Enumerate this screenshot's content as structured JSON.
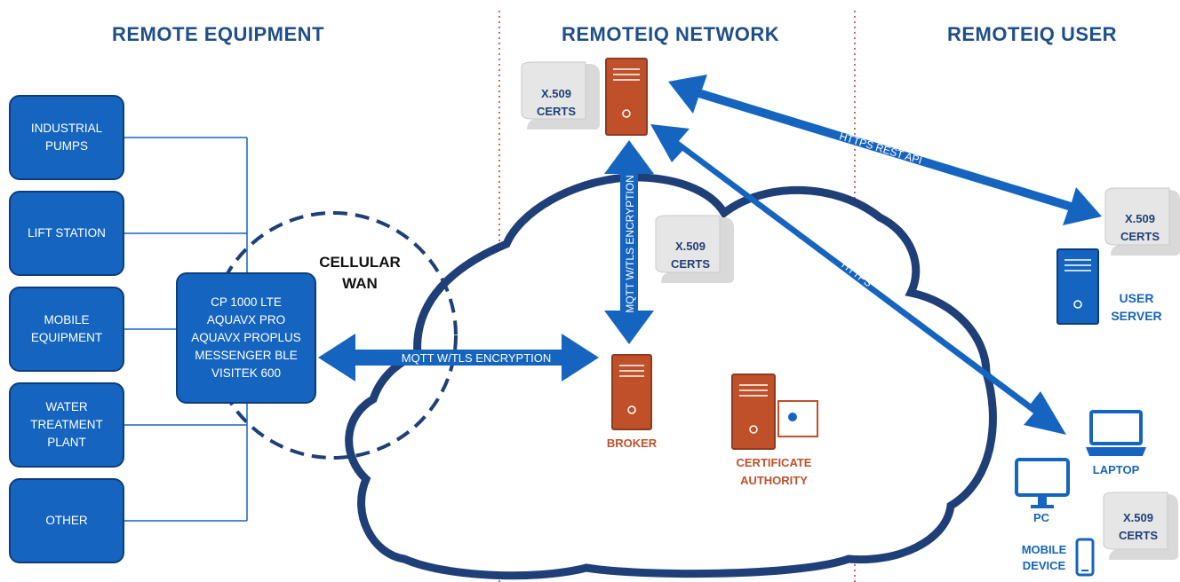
{
  "headers": {
    "remote_equipment": "REMOTE EQUIPMENT",
    "network": "REMOTEIQ NETWORK",
    "user": "REMOTEIQ USER"
  },
  "equipment": [
    "INDUSTRIAL\nPUMPS",
    "LIFT STATION",
    "MOBILE\nEQUIPMENT",
    "WATER\nTREATMENT\nPLANT",
    "OTHER"
  ],
  "device_box": "CP 1000 LTE\nAQUAVX PRO\nAQUAVX PROPLUS\nMESSENGER BLE\nVISITEK 600",
  "cellular_wan": "CELLULAR\nWAN",
  "arrows": {
    "mqtt_horizontal": "MQTT W/TLS ENCRYPTION",
    "mqtt_vertical": "MQTT W/TLS ENCRYPTION",
    "https_rest_api": "HTTPS REST API",
    "https": "HTTPS"
  },
  "certs": {
    "top": "X.509\nCERTS",
    "cloud": "X.509\nCERTS",
    "user_server": "X.509\nCERTS",
    "devices": "X.509\nCERTS"
  },
  "network_nodes": {
    "broker": "BROKER",
    "certificate_authority": "CERTIFICATE\nAUTHORITY"
  },
  "user_nodes": {
    "user_server": "USER\nSERVER",
    "laptop": "LAPTOP",
    "pc": "PC",
    "mobile_device": "MOBILE\nDEVICE"
  },
  "colors": {
    "blue": "#1565c0",
    "dark_blue": "#1f3f78",
    "orange": "#c0502a",
    "divider": "#c0392b",
    "cert_gray": "#d9d9d9"
  }
}
